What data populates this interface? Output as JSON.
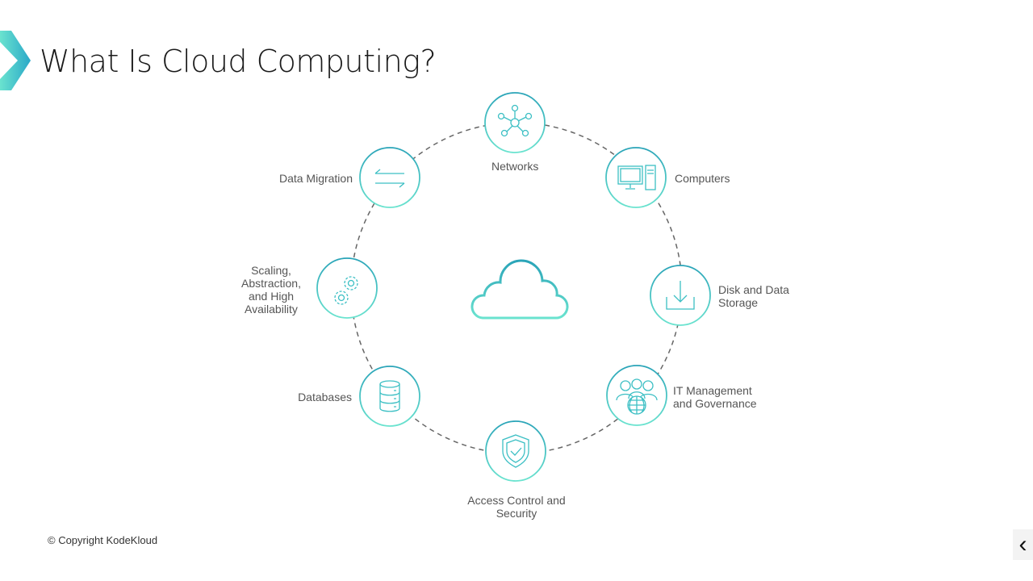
{
  "title": "What Is Cloud Computing?",
  "copyright": "© Copyright KodeKloud",
  "back_icon": "‹",
  "colors": {
    "accent_start": "#3fb8c9",
    "accent_end": "#62e0cf",
    "ring": "#666666",
    "label": "#555555"
  },
  "center_icon": "cloud-icon",
  "nodes": [
    {
      "label": "Networks",
      "icon": "network-icon"
    },
    {
      "label": "Computers",
      "icon": "computer-icon"
    },
    {
      "label": "Disk and Data\nStorage",
      "icon": "download-icon"
    },
    {
      "label": "IT Management\nand Governance",
      "icon": "people-globe-icon"
    },
    {
      "label": "Access Control and\nSecurity",
      "icon": "shield-icon"
    },
    {
      "label": "Databases",
      "icon": "database-icon"
    },
    {
      "label": "Scaling,\nAbstraction,\nand High\nAvailability",
      "icon": "gears-icon"
    },
    {
      "label": "Data Migration",
      "icon": "arrows-icon"
    }
  ]
}
